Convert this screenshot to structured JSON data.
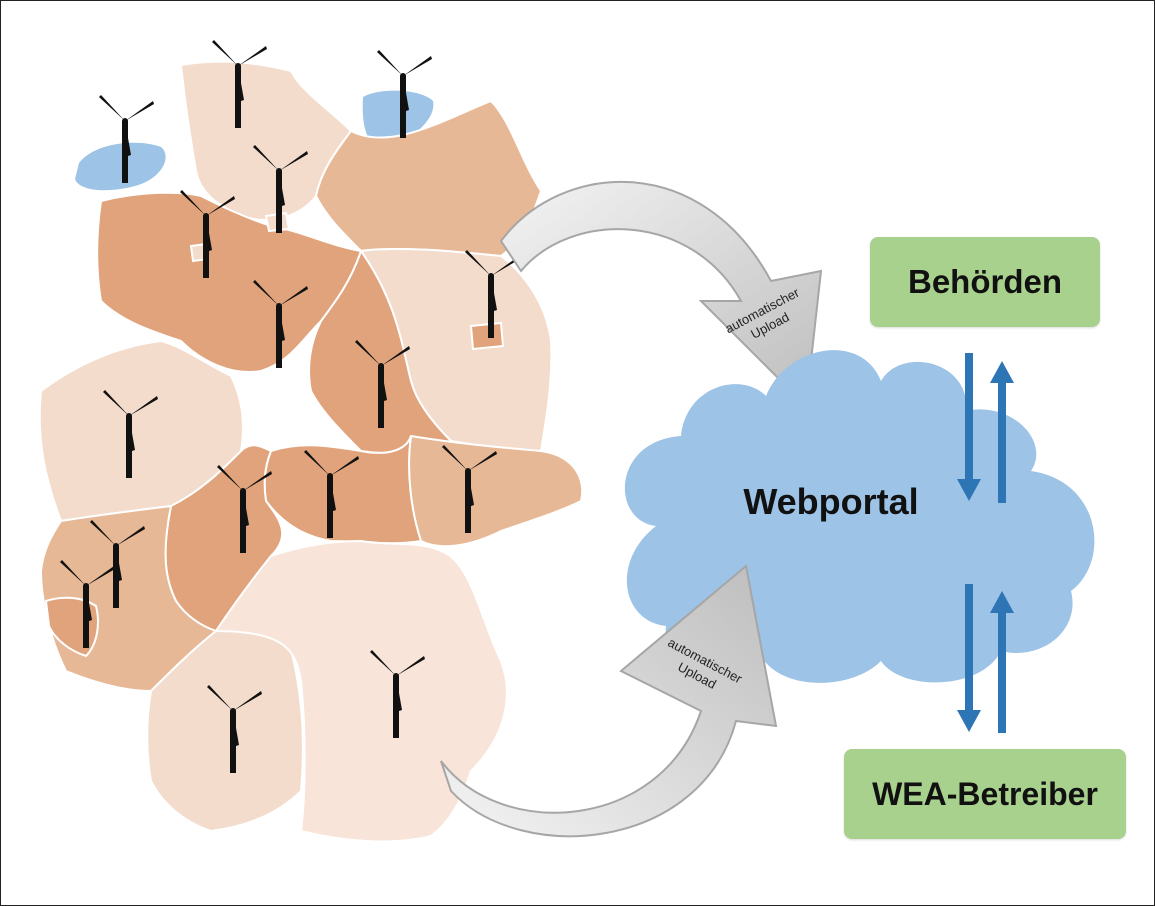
{
  "cloud": {
    "label": "Webportal",
    "color": "#9dc3e6"
  },
  "boxes": {
    "authorities": "Behörden",
    "operators": "WEA-Betreiber",
    "color": "#a9d18e"
  },
  "upload_arrows": {
    "top_label_line1": "automatischer",
    "top_label_line2": "Upload",
    "bottom_label_line1": "automatischer",
    "bottom_label_line2": "Upload"
  },
  "map": {
    "subject": "germany-federal-states",
    "colors": {
      "light": "#f3dccc",
      "medium": "#e7b896",
      "dark": "#e0a37b",
      "sea": "#9dc3e6"
    }
  },
  "exchange_arrows_color": "#2e75b6"
}
